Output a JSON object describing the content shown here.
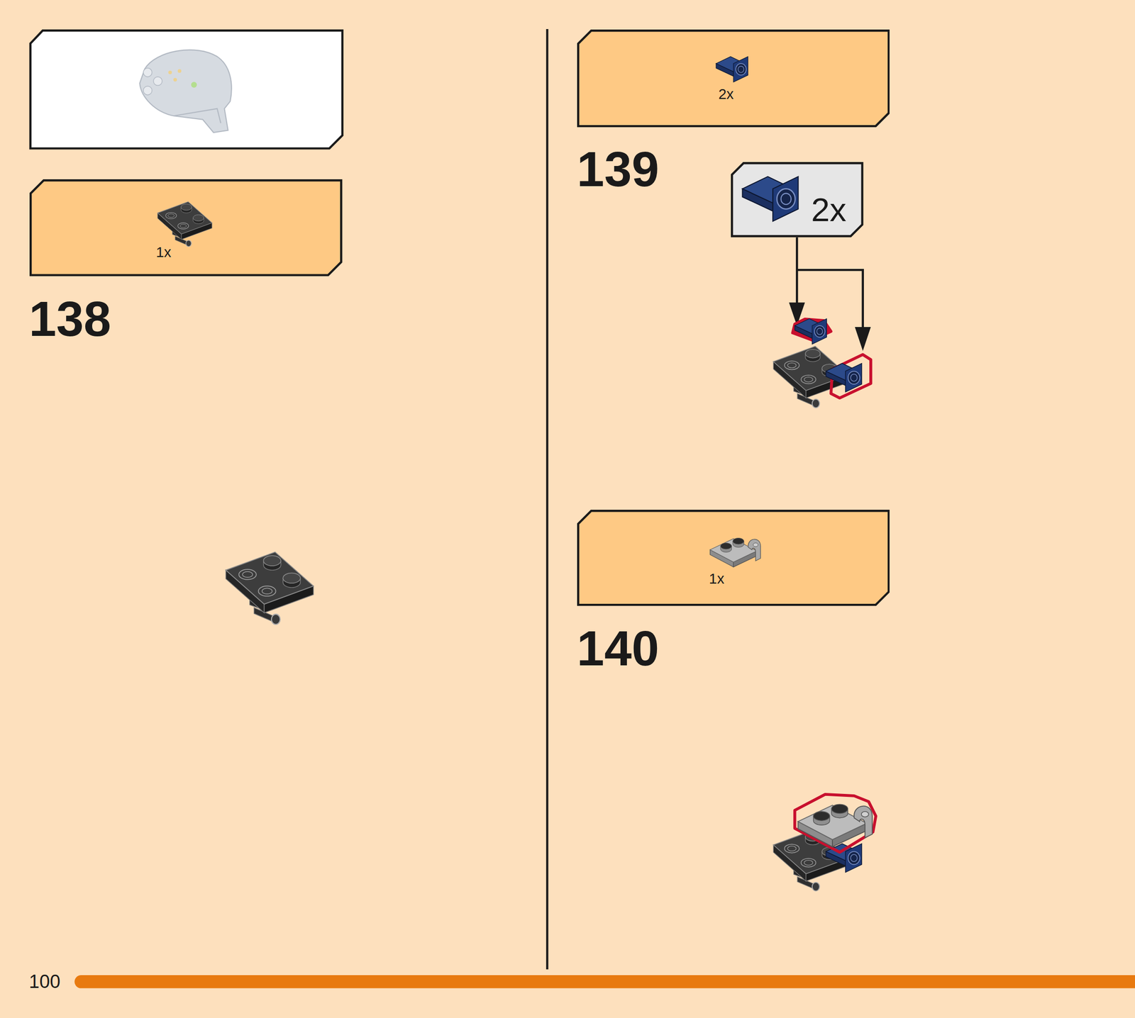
{
  "diagram": {
    "nodes": [
      {
        "text": [
          "1x"
        ]
      },
      {
        "text": [
          "2x"
        ]
      },
      {
        "text": [
          "2x"
        ]
      },
      {
        "text": [
          "1x"
        ]
      }
    ],
    "labels": [
      "138",
      "139",
      "140",
      "100"
    ]
  }
}
